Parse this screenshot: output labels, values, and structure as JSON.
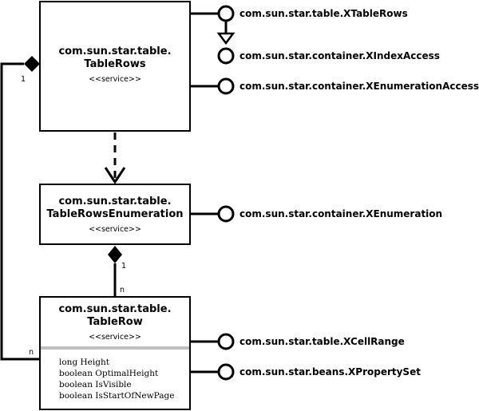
{
  "services": {
    "table_rows": {
      "title_line1": "com.sun.star.table.",
      "title_line2": "TableRows",
      "stereotype": "<<service>>"
    },
    "table_rows_enumeration": {
      "title_line1": "com.sun.star.table.",
      "title_line2": "TableRowsEnumeration",
      "stereotype": "<<service>>"
    },
    "table_row": {
      "title_line1": "com.sun.star.table.",
      "title_line2": "TableRow",
      "stereotype": "<<service>>",
      "attributes": [
        "long Height",
        "boolean OptimalHeight",
        "boolean IsVisible",
        "boolean IsStartOfNewPage"
      ]
    }
  },
  "interfaces": {
    "xtable_rows": "com.sun.star.table.XTableRows",
    "xindex_access": "com.sun.star.container.XIndexAccess",
    "xenumeration_access": "com.sun.star.container.XEnumerationAccess",
    "xenumeration": "com.sun.star.container.XEnumeration",
    "xcell_range": "com.sun.star.table.XCellRange",
    "xproperty_set": "com.sun.star.beans.XPropertySet"
  },
  "multiplicities": {
    "rows_one": "1",
    "rows_many": "n",
    "enum_one": "1",
    "enum_many": "n"
  }
}
